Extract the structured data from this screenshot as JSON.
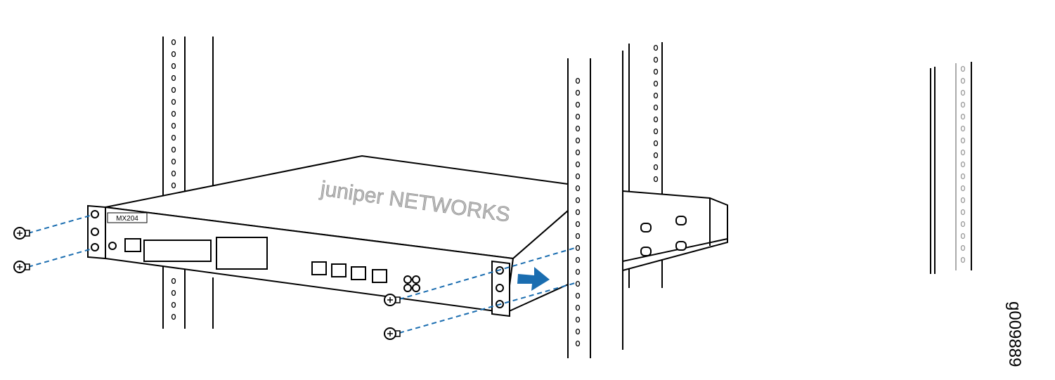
{
  "figure_id": "g009889",
  "device": {
    "logo": "juniper NETWORKS",
    "model": "MX204"
  },
  "colors": {
    "arrow": "#1a6db0",
    "line": "#000000",
    "rear_rail": "#9a9a9a",
    "dashed_guide": "#1a6db0"
  }
}
